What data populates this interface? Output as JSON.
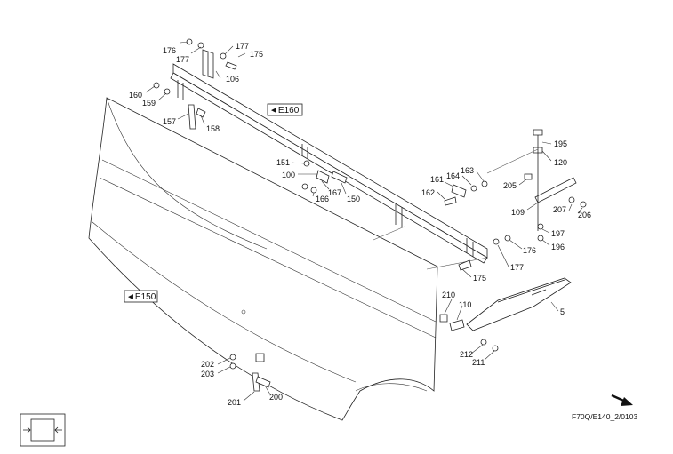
{
  "refs": {
    "e160": "◄E160",
    "e150": "◄E150"
  },
  "drawing_code": "F70Q/E140_2/0103",
  "labels": {
    "p176a": "176",
    "p177a": "177",
    "p177b": "177",
    "p175a": "175",
    "p106": "106",
    "p160": "160",
    "p159": "159",
    "p157": "157",
    "p158": "158",
    "p151": "151",
    "p100": "100",
    "p166": "166",
    "p167": "167",
    "p150": "150",
    "p161": "161",
    "p164": "164",
    "p163": "163",
    "p162": "162",
    "p195": "195",
    "p120": "120",
    "p205": "205",
    "p109": "109",
    "p207": "207",
    "p206": "206",
    "p197": "197",
    "p196": "196",
    "p176b": "176",
    "p177c": "177",
    "p175b": "175",
    "p210": "210",
    "p110": "110",
    "p5": "5",
    "p212": "212",
    "p211": "211",
    "p202": "202",
    "p203": "203",
    "p201": "201",
    "p200": "200"
  },
  "icons": {
    "corner": "frame-view-icon",
    "arrow": "direction-arrow-icon"
  }
}
